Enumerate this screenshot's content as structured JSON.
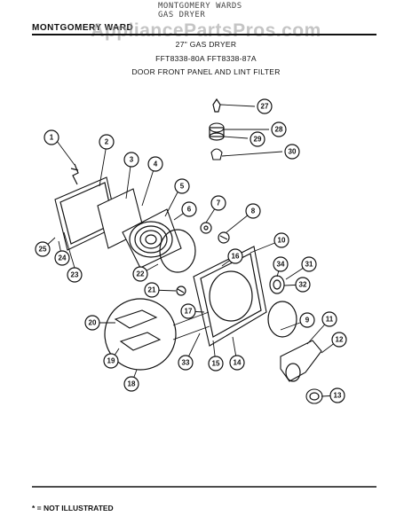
{
  "header": {
    "brand_small": "MONTGOMERY WARDS",
    "type_small": "GAS DRYER",
    "brand": "MONTGOMERY WARD",
    "watermark": "AppliancePartsPros.com",
    "model_title": "27\" GAS DRYER",
    "model_numbers": "FFT8338-80A  FFT8338-87A",
    "section_title": "DOOR FRONT PANEL AND LINT FILTER"
  },
  "callouts": [
    "1",
    "2",
    "3",
    "4",
    "5",
    "6",
    "7",
    "8",
    "9",
    "10",
    "11",
    "12",
    "13",
    "14",
    "15",
    "16",
    "17",
    "18",
    "19",
    "20",
    "21",
    "22",
    "23",
    "24",
    "25",
    "27",
    "28",
    "29",
    "30",
    "31",
    "32",
    "33",
    "34"
  ],
  "footer": {
    "note": "* = NOT ILLUSTRATED"
  }
}
